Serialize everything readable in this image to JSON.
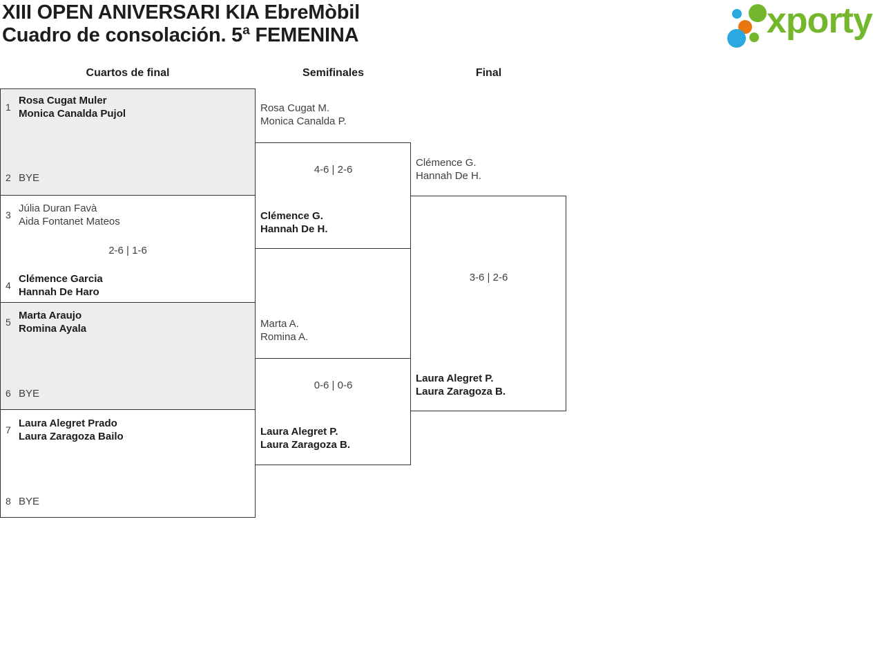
{
  "header": {
    "title_line1": "XIII OPEN ANIVERSARI KIA EbreMòbil",
    "title_line2": "Cuadro de consolación. 5ª FEMENINA"
  },
  "logo": {
    "text": "xporty",
    "green": "#74b72d",
    "blue": "#2aa9e0",
    "orange": "#e8780e"
  },
  "rounds": {
    "quarterfinals_label": "Cuartos de final",
    "semifinals_label": "Semifinales",
    "final_label": "Final"
  },
  "quarterfinals": [
    {
      "seed_top": "1",
      "team_top": [
        "Rosa Cugat Muler",
        "Monica Canalda Pujol"
      ],
      "seed_bottom": "2",
      "team_bottom": [
        "BYE"
      ]
    },
    {
      "seed_top": "3",
      "team_top": [
        "Júlia Duran Favà",
        "Aida Fontanet Mateos"
      ],
      "score": "2-6 | 1-6",
      "seed_bottom": "4",
      "team_bottom": [
        "Clémence Garcia",
        "Hannah De Haro"
      ]
    },
    {
      "seed_top": "5",
      "team_top": [
        "Marta Araujo",
        "Romina Ayala"
      ],
      "seed_bottom": "6",
      "team_bottom": [
        "BYE"
      ]
    },
    {
      "seed_top": "7",
      "team_top": [
        "Laura Alegret Prado",
        "Laura Zaragoza Bailo"
      ],
      "seed_bottom": "8",
      "team_bottom": [
        "BYE"
      ]
    }
  ],
  "semifinals": [
    {
      "team_top": [
        "Rosa Cugat M.",
        "Monica Canalda P."
      ],
      "score": "4-6 | 2-6",
      "team_bottom": [
        "Clémence G.",
        "Hannah De H."
      ]
    },
    {
      "team_top": [
        "Marta A.",
        "Romina A."
      ],
      "score": "0-6 | 0-6",
      "team_bottom": [
        "Laura Alegret P.",
        "Laura Zaragoza B."
      ]
    }
  ],
  "final": {
    "team_top": [
      "Clémence G.",
      "Hannah De H."
    ],
    "score": "3-6 | 2-6",
    "team_bottom": [
      "Laura Alegret P.",
      "Laura Zaragoza B."
    ]
  },
  "colors": {
    "border": "#333333",
    "shaded_box_bg": "#ededed",
    "text_regular": "#3f3f3f",
    "text_winner": "#1c1c1c"
  }
}
